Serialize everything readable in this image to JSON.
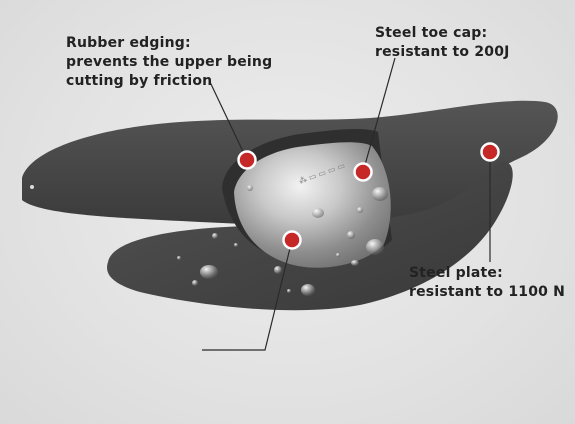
{
  "callouts": {
    "rubber_edging": {
      "title": "Rubber edging:",
      "line2": "prevents the upper being",
      "line3": "cutting by friction"
    },
    "steel_toe_cap": {
      "title": "Steel toe cap:",
      "line2": "resistant to 200J"
    },
    "steel_plate": {
      "title": "Steel plate:",
      "line2": "resistant to 1100 N"
    }
  },
  "colors": {
    "background": "#e3e3e3",
    "insole": "#4a4a4a",
    "marker_fill": "#c62828",
    "marker_ring": "#ffffff",
    "leader_line": "#2a2a2a",
    "label_text": "#222222"
  }
}
